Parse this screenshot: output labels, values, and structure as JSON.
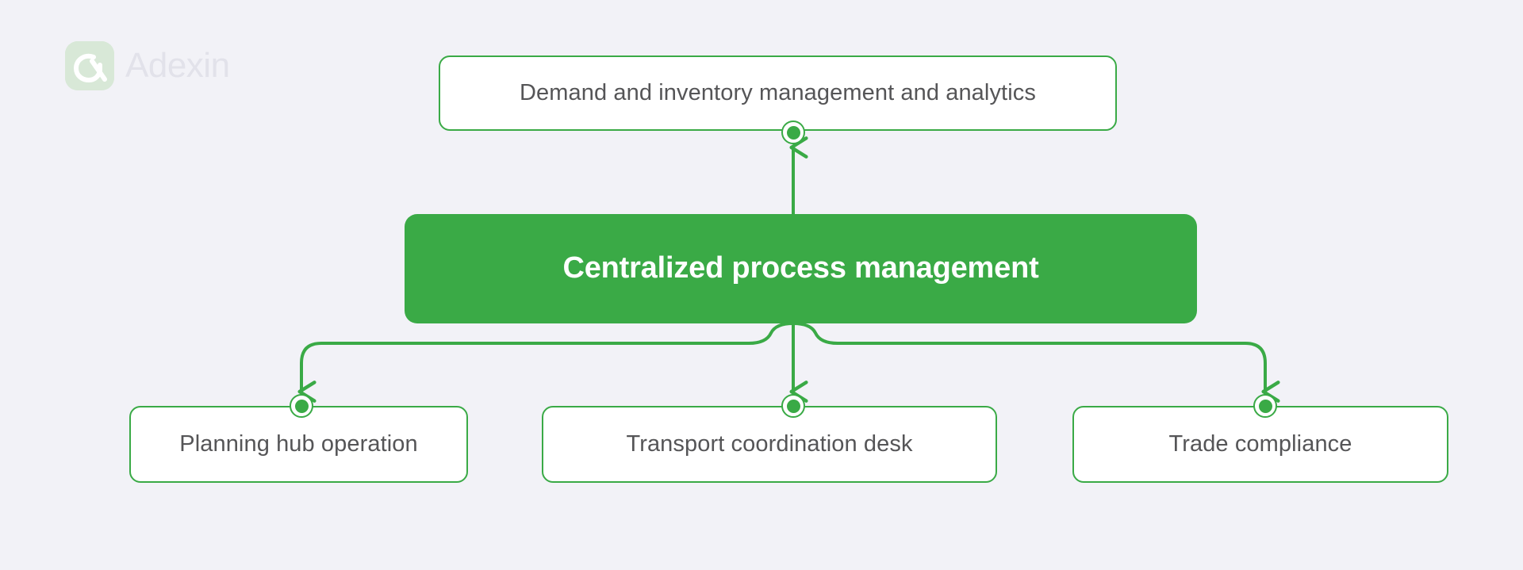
{
  "background_color": "#f2f2f7",
  "accent_color": "#3aaa46",
  "text_color": "#555557",
  "brand": {
    "name": "Adexin",
    "mark_icon": "adexin-logo-icon",
    "mark_color": "#d8e8d7",
    "text_color": "#e2e2ea"
  },
  "diagram": {
    "type": "hierarchy-flow",
    "nodes": {
      "top": {
        "id": "demand-inventory",
        "label": "Demand and inventory management and analytics",
        "style": "outline",
        "fill": "#ffffff",
        "border": "#3aaa46"
      },
      "center": {
        "id": "centralized-process-management",
        "label": "Centralized process management",
        "style": "filled",
        "fill": "#3aaa46",
        "text": "#ffffff"
      },
      "leaves": [
        {
          "id": "planning-hub-operation",
          "label": "Planning hub operation",
          "style": "outline"
        },
        {
          "id": "transport-coordination-desk",
          "label": "Transport coordination desk",
          "style": "outline"
        },
        {
          "id": "trade-compliance",
          "label": "Trade compliance",
          "style": "outline"
        }
      ]
    },
    "edges": [
      {
        "from": "centralized-process-management",
        "to": "demand-inventory",
        "direction": "up",
        "arrow": true
      },
      {
        "from": "centralized-process-management",
        "to": "planning-hub-operation",
        "direction": "down-left",
        "arrow": true
      },
      {
        "from": "centralized-process-management",
        "to": "transport-coordination-desk",
        "direction": "down",
        "arrow": true
      },
      {
        "from": "centralized-process-management",
        "to": "trade-compliance",
        "direction": "down-right",
        "arrow": true
      }
    ],
    "ports": [
      {
        "id": "port-top",
        "node": "demand-inventory",
        "icon": "connector-dot-icon"
      },
      {
        "id": "port-leaf-0",
        "node": "planning-hub-operation",
        "icon": "connector-dot-icon"
      },
      {
        "id": "port-leaf-1",
        "node": "transport-coordination-desk",
        "icon": "connector-dot-icon"
      },
      {
        "id": "port-leaf-2",
        "node": "trade-compliance",
        "icon": "connector-dot-icon"
      }
    ]
  }
}
